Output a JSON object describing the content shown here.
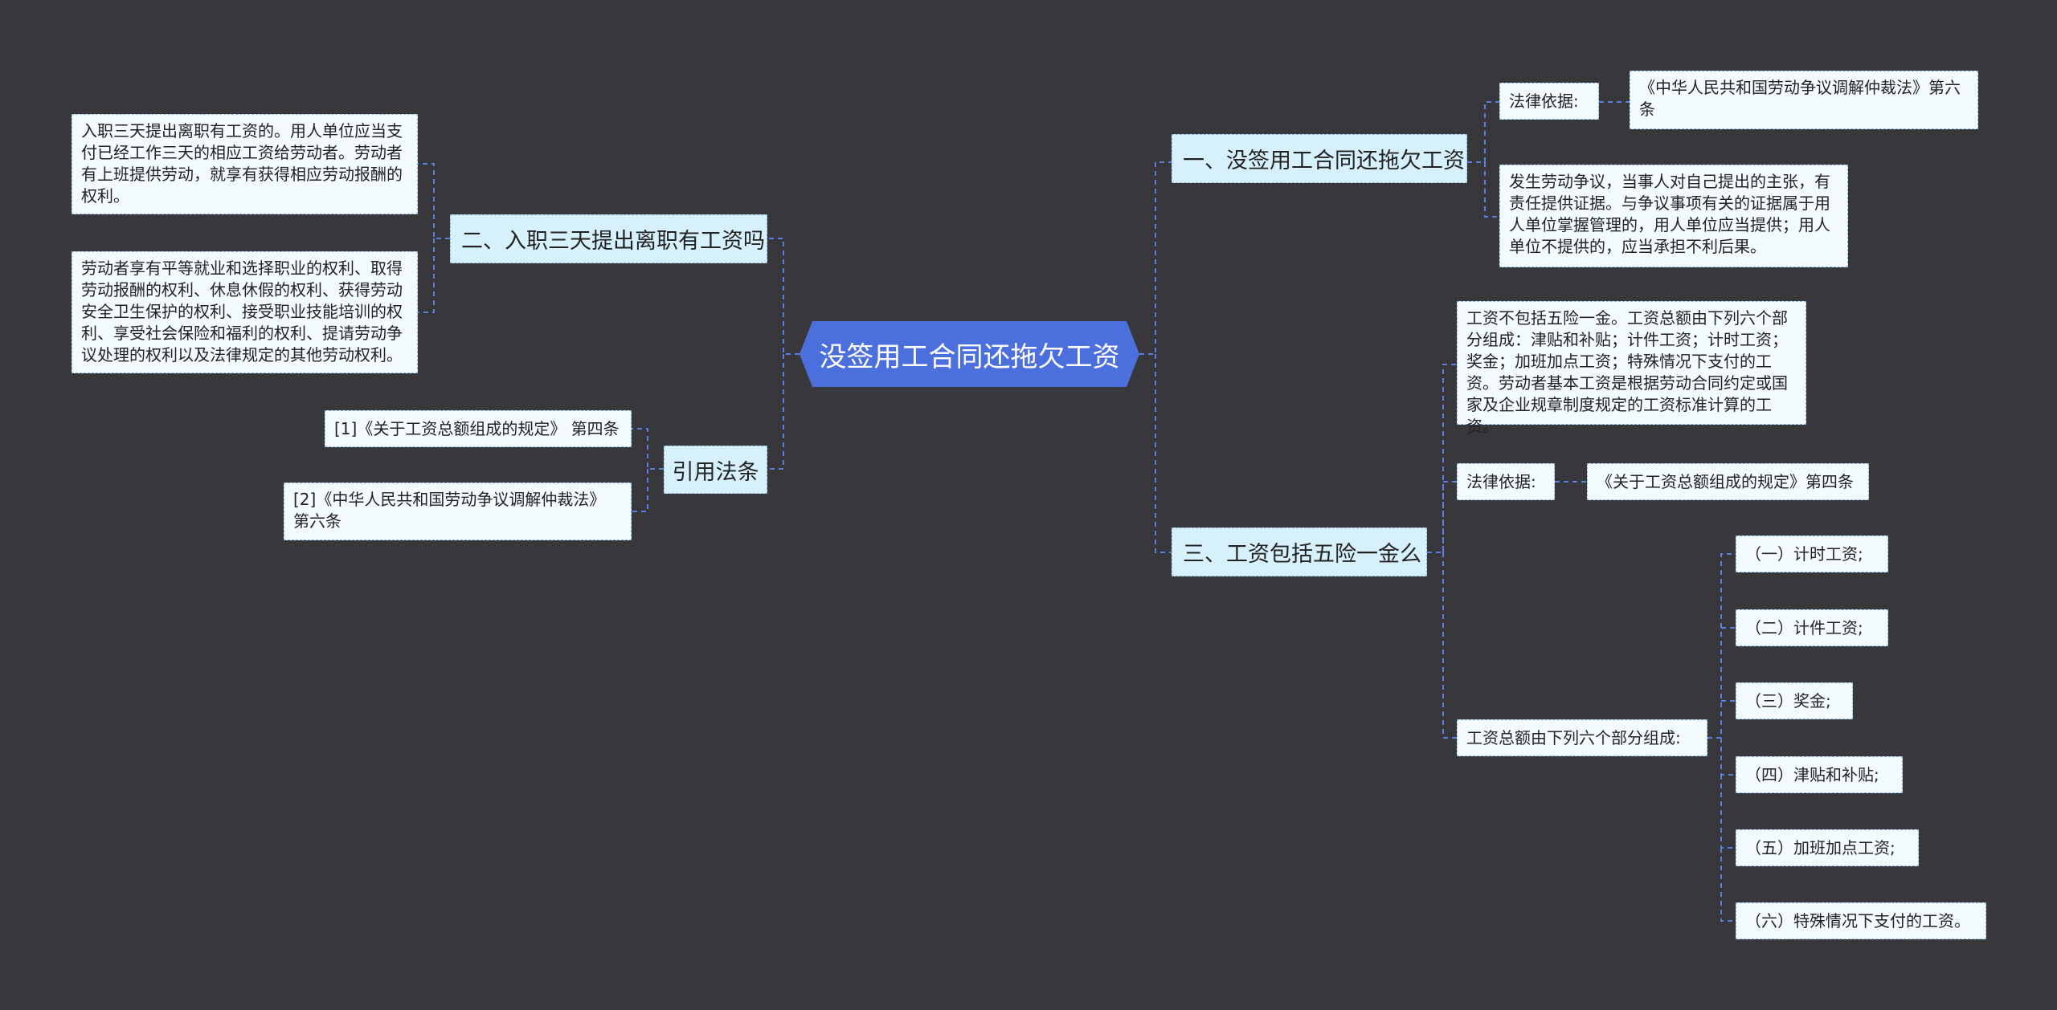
{
  "root": {
    "label": "没签用工合同还拖欠工资"
  },
  "branch1": {
    "label": "一、没签用工合同还拖欠工资",
    "basis_label": "法律依据:",
    "basis_value": "《中华人民共和国劳动争议调解仲裁法》第六条",
    "detail": "发生劳动争议，当事人对自己提出的主张，有责任提供证据。与争议事项有关的证据属于用人单位掌握管理的，用人单位应当提供；用人单位不提供的，应当承担不利后果。"
  },
  "branch2": {
    "label": "二、入职三天提出离职有工资吗",
    "detail1": "入职三天提出离职有工资的。用人单位应当支付已经工作三天的相应工资给劳动者。劳动者有上班提供劳动，就享有获得相应劳动报酬的权利。",
    "detail2": "劳动者享有平等就业和选择职业的权利、取得劳动报酬的权利、休息休假的权利、获得劳动安全卫生保护的权利、接受职业技能培训的权利、享受社会保险和福利的权利、提请劳动争议处理的权利以及法律规定的其他劳动权利。"
  },
  "branch3": {
    "label": "三、工资包括五险一金么",
    "detail": "工资不包括五险一金。工资总额由下列六个部分组成：津贴和补贴；计件工资；计时工资；奖金；加班加点工资；特殊情况下支付的工资。劳动者基本工资是根据劳动合同约定或国家及企业规章制度规定的工资标准计算的工资。",
    "basis_label": "法律依据:",
    "basis_value": "《关于工资总额组成的规定》第四条",
    "composition_label": "工资总额由下列六个部分组成:",
    "items": [
      "（一）计时工资;",
      "（二）计件工资;",
      "（三）奖金;",
      "（四）津贴和补贴;",
      "（五）加班加点工资;",
      "（六）特殊情况下支付的工资。"
    ]
  },
  "branch4": {
    "label": "引用法条",
    "ref1": "[1]《关于工资总额组成的规定》 第四条",
    "ref2": "[2]《中华人民共和国劳动争议调解仲裁法》 第六条"
  },
  "colors": {
    "background": "#38373b",
    "root": "#4b6fdc",
    "branch": "#d6f1fc",
    "leaf": "#f4fbfe",
    "connector": "#5b7fe0"
  }
}
